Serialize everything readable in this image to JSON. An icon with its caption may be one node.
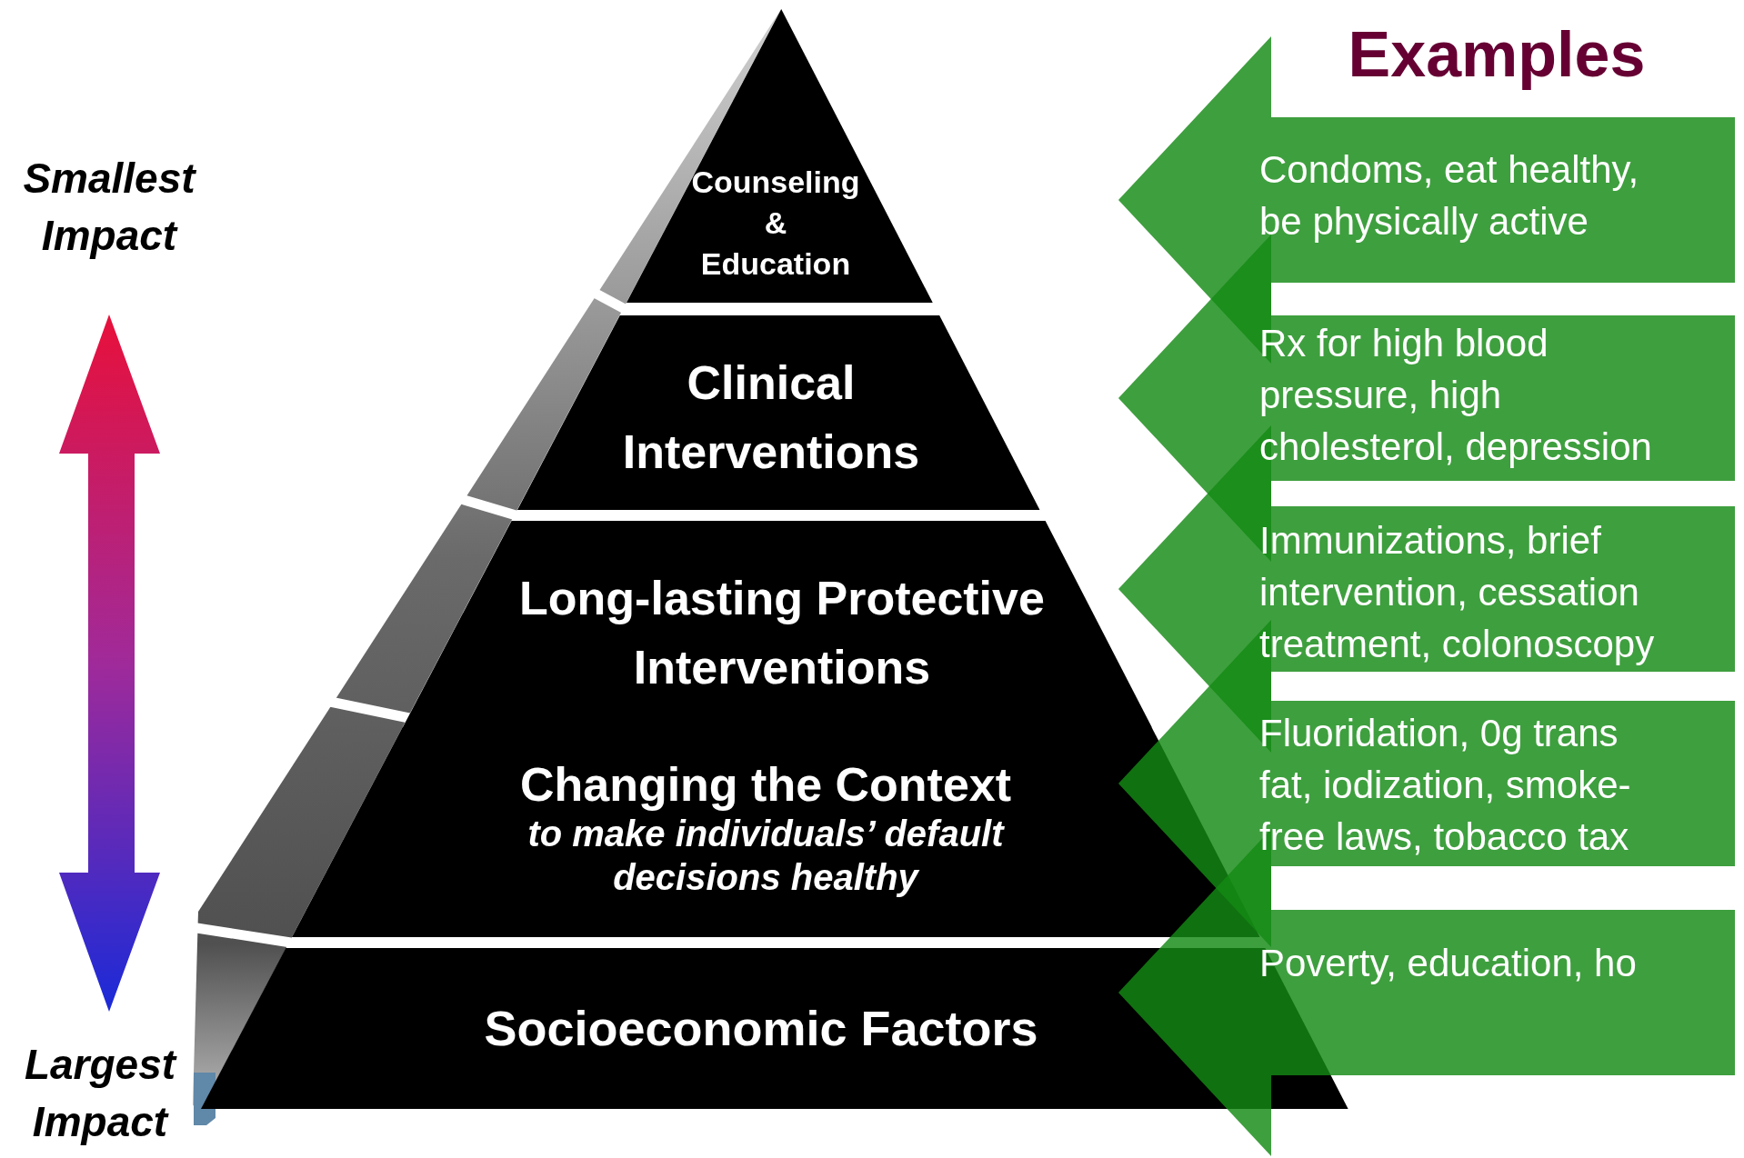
{
  "diagram": {
    "title": "Examples",
    "nodes": [
      {
        "text": [
          "Counseling & Education"
        ]
      },
      {
        "text": [
          "Clinical Interventions"
        ]
      },
      {
        "text": [
          "Long-lasting Protective Interventions"
        ]
      },
      {
        "text": [
          "Changing the Context",
          "to make individuals’ default decisions healthy"
        ]
      },
      {
        "text": [
          "Socioeconomic Factors"
        ]
      },
      {
        "text": [
          "Condoms, eat healthy, be physically active"
        ]
      },
      {
        "text": [
          "Rx for high blood pressure, high cholesterol, depression"
        ]
      },
      {
        "text": [
          "Immunizations, brief intervention, cessation treatment, colonoscopy"
        ]
      },
      {
        "text": [
          "Fluoridation, 0g trans fat, iodization, smoke-free laws, tobacco tax"
        ]
      },
      {
        "text": [
          "Poverty, education, ho"
        ]
      }
    ],
    "labels": [
      "Smallest Impact",
      "Largest Impact"
    ]
  }
}
